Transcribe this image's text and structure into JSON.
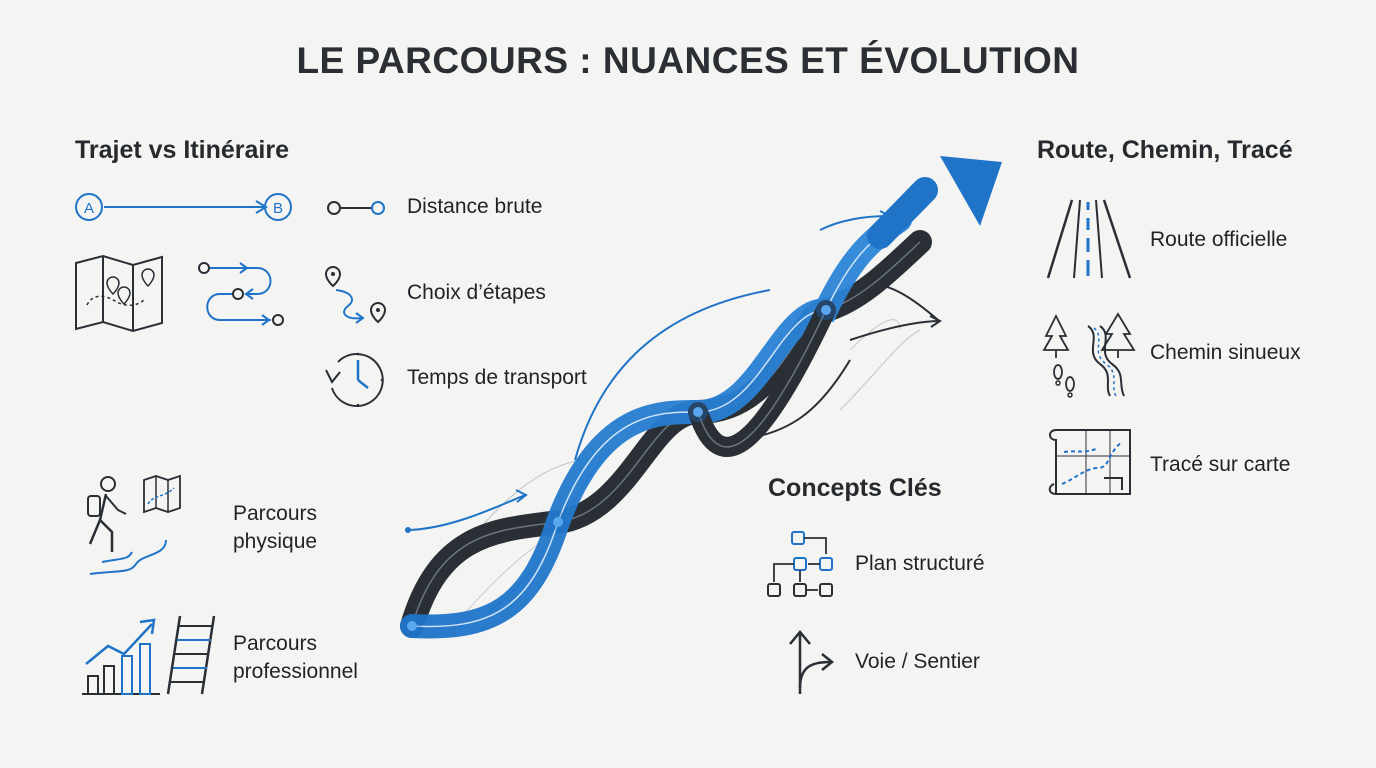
{
  "title": "LE PARCOURS : NUANCES ET ÉVOLUTION",
  "left_section": {
    "heading": "Trajet vs Itinéraire",
    "point_a": "A",
    "point_b": "B",
    "items": [
      {
        "label": "Distance brute",
        "icon": "route-line-icon"
      },
      {
        "label": "Choix d’étapes",
        "icon": "waypoints-icon"
      },
      {
        "label": "Temps de transport",
        "icon": "clock-icon"
      }
    ]
  },
  "lower_left": [
    {
      "label_line1": "Parcours",
      "label_line2": "physique",
      "icon": "hiker-icon"
    },
    {
      "label_line1": "Parcours",
      "label_line2": "professionnel",
      "icon": "growth-chart-icon"
    }
  ],
  "right_section": {
    "heading": "Route, Chemin, Tracé",
    "items": [
      {
        "label": "Route officielle",
        "icon": "road-icon"
      },
      {
        "label": "Chemin sinueux",
        "icon": "winding-path-icon"
      },
      {
        "label": "Tracé sur carte",
        "icon": "map-trace-icon"
      }
    ]
  },
  "concepts": {
    "heading": "Concepts Clés",
    "items": [
      {
        "label": "Plan structuré",
        "icon": "flowchart-icon"
      },
      {
        "label": "Voie / Sentier",
        "icon": "fork-arrow-icon"
      }
    ]
  },
  "colors": {
    "accent": "#1f74c8",
    "dark": "#2a2f36",
    "bg": "#f4f4f3"
  }
}
